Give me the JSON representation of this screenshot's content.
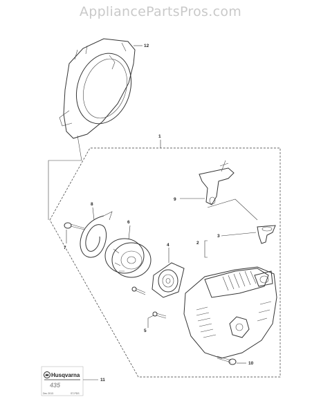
{
  "watermark": "AppliancePartsPros.com",
  "callouts": {
    "c1": "1",
    "c2": "2",
    "c3": "3",
    "c4": "4",
    "c5": "5",
    "c6": "6",
    "c7": "7",
    "c8": "8",
    "c9": "9",
    "c10": "10",
    "c11": "11",
    "c12": "12"
  },
  "label": {
    "brand": "Husqvarna",
    "model": "435",
    "code_left": "Dec 2013",
    "code_right": "ST-PDS"
  },
  "icons": [
    "husqvarna-crown-logo"
  ]
}
